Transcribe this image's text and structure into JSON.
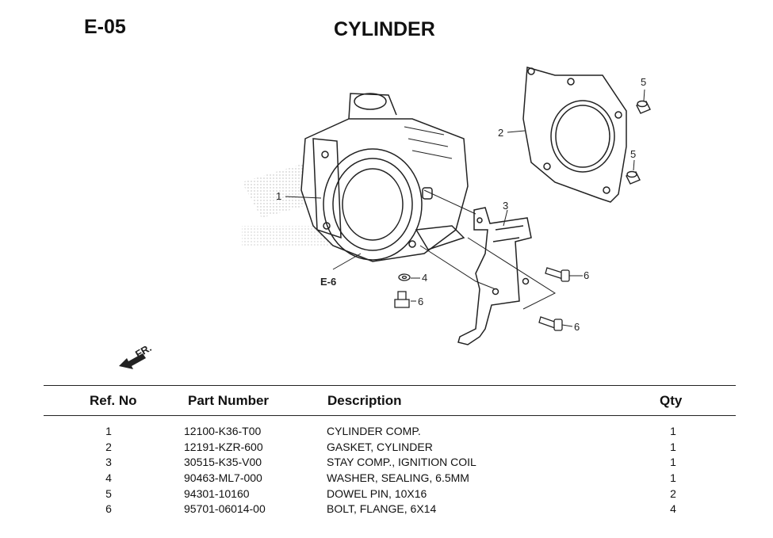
{
  "page": {
    "code": "E-05",
    "title": "CYLINDER"
  },
  "diagram": {
    "callouts": [
      "1",
      "2",
      "3",
      "4",
      "5",
      "5",
      "6",
      "6",
      "6",
      "6"
    ],
    "ref_label": "E-6",
    "front_label": "FR."
  },
  "table": {
    "headers": {
      "ref": "Ref. No",
      "part_number": "Part Number",
      "description": "Description",
      "qty": "Qty"
    },
    "rows": [
      {
        "ref": "1",
        "part_number": "12100-K36-T00",
        "description": "CYLINDER COMP.",
        "qty": "1"
      },
      {
        "ref": "2",
        "part_number": "12191-KZR-600",
        "description": "GASKET, CYLINDER",
        "qty": "1"
      },
      {
        "ref": "3",
        "part_number": "30515-K35-V00",
        "description": "STAY COMP., IGNITION COIL",
        "qty": "1"
      },
      {
        "ref": "4",
        "part_number": "90463-ML7-000",
        "description": "WASHER, SEALING, 6.5MM",
        "qty": "1"
      },
      {
        "ref": "5",
        "part_number": "94301-10160",
        "description": "DOWEL PIN, 10X16",
        "qty": "2"
      },
      {
        "ref": "6",
        "part_number": "95701-06014-00",
        "description": "BOLT, FLANGE, 6X14",
        "qty": "4"
      }
    ]
  }
}
